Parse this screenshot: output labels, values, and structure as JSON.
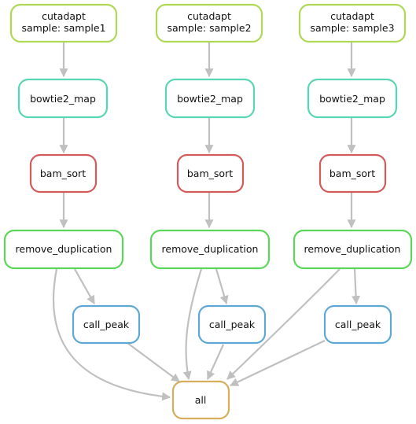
{
  "colors": {
    "cutadapt": "#afd855",
    "bowtie2_map": "#59d6b4",
    "bam_sort": "#d25b5b",
    "remove_duplication": "#5bd65b",
    "call_peak": "#5fa8d6",
    "all": "#d6ad5b",
    "edge": "#c0c0c0"
  },
  "nodes": {
    "cutadapt_1": {
      "line1": "cutadapt",
      "line2": "sample: sample1"
    },
    "cutadapt_2": {
      "line1": "cutadapt",
      "line2": "sample: sample2"
    },
    "cutadapt_3": {
      "line1": "cutadapt",
      "line2": "sample: sample3"
    },
    "bowtie2_map_1": {
      "label": "bowtie2_map"
    },
    "bowtie2_map_2": {
      "label": "bowtie2_map"
    },
    "bowtie2_map_3": {
      "label": "bowtie2_map"
    },
    "bam_sort_1": {
      "label": "bam_sort"
    },
    "bam_sort_2": {
      "label": "bam_sort"
    },
    "bam_sort_3": {
      "label": "bam_sort"
    },
    "remove_duplication_1": {
      "label": "remove_duplication"
    },
    "remove_duplication_2": {
      "label": "remove_duplication"
    },
    "remove_duplication_3": {
      "label": "remove_duplication"
    },
    "call_peak_1": {
      "label": "call_peak"
    },
    "call_peak_2": {
      "label": "call_peak"
    },
    "call_peak_3": {
      "label": "call_peak"
    },
    "all": {
      "label": "all"
    }
  },
  "edges": [
    [
      "cutadapt_1",
      "bowtie2_map_1"
    ],
    [
      "cutadapt_2",
      "bowtie2_map_2"
    ],
    [
      "cutadapt_3",
      "bowtie2_map_3"
    ],
    [
      "bowtie2_map_1",
      "bam_sort_1"
    ],
    [
      "bowtie2_map_2",
      "bam_sort_2"
    ],
    [
      "bowtie2_map_3",
      "bam_sort_3"
    ],
    [
      "bam_sort_1",
      "remove_duplication_1"
    ],
    [
      "bam_sort_2",
      "remove_duplication_2"
    ],
    [
      "bam_sort_3",
      "remove_duplication_3"
    ],
    [
      "remove_duplication_1",
      "call_peak_1"
    ],
    [
      "remove_duplication_2",
      "call_peak_2"
    ],
    [
      "remove_duplication_3",
      "call_peak_3"
    ],
    [
      "remove_duplication_1",
      "all"
    ],
    [
      "remove_duplication_2",
      "all"
    ],
    [
      "remove_duplication_3",
      "all"
    ],
    [
      "call_peak_1",
      "all"
    ],
    [
      "call_peak_2",
      "all"
    ],
    [
      "call_peak_3",
      "all"
    ]
  ]
}
